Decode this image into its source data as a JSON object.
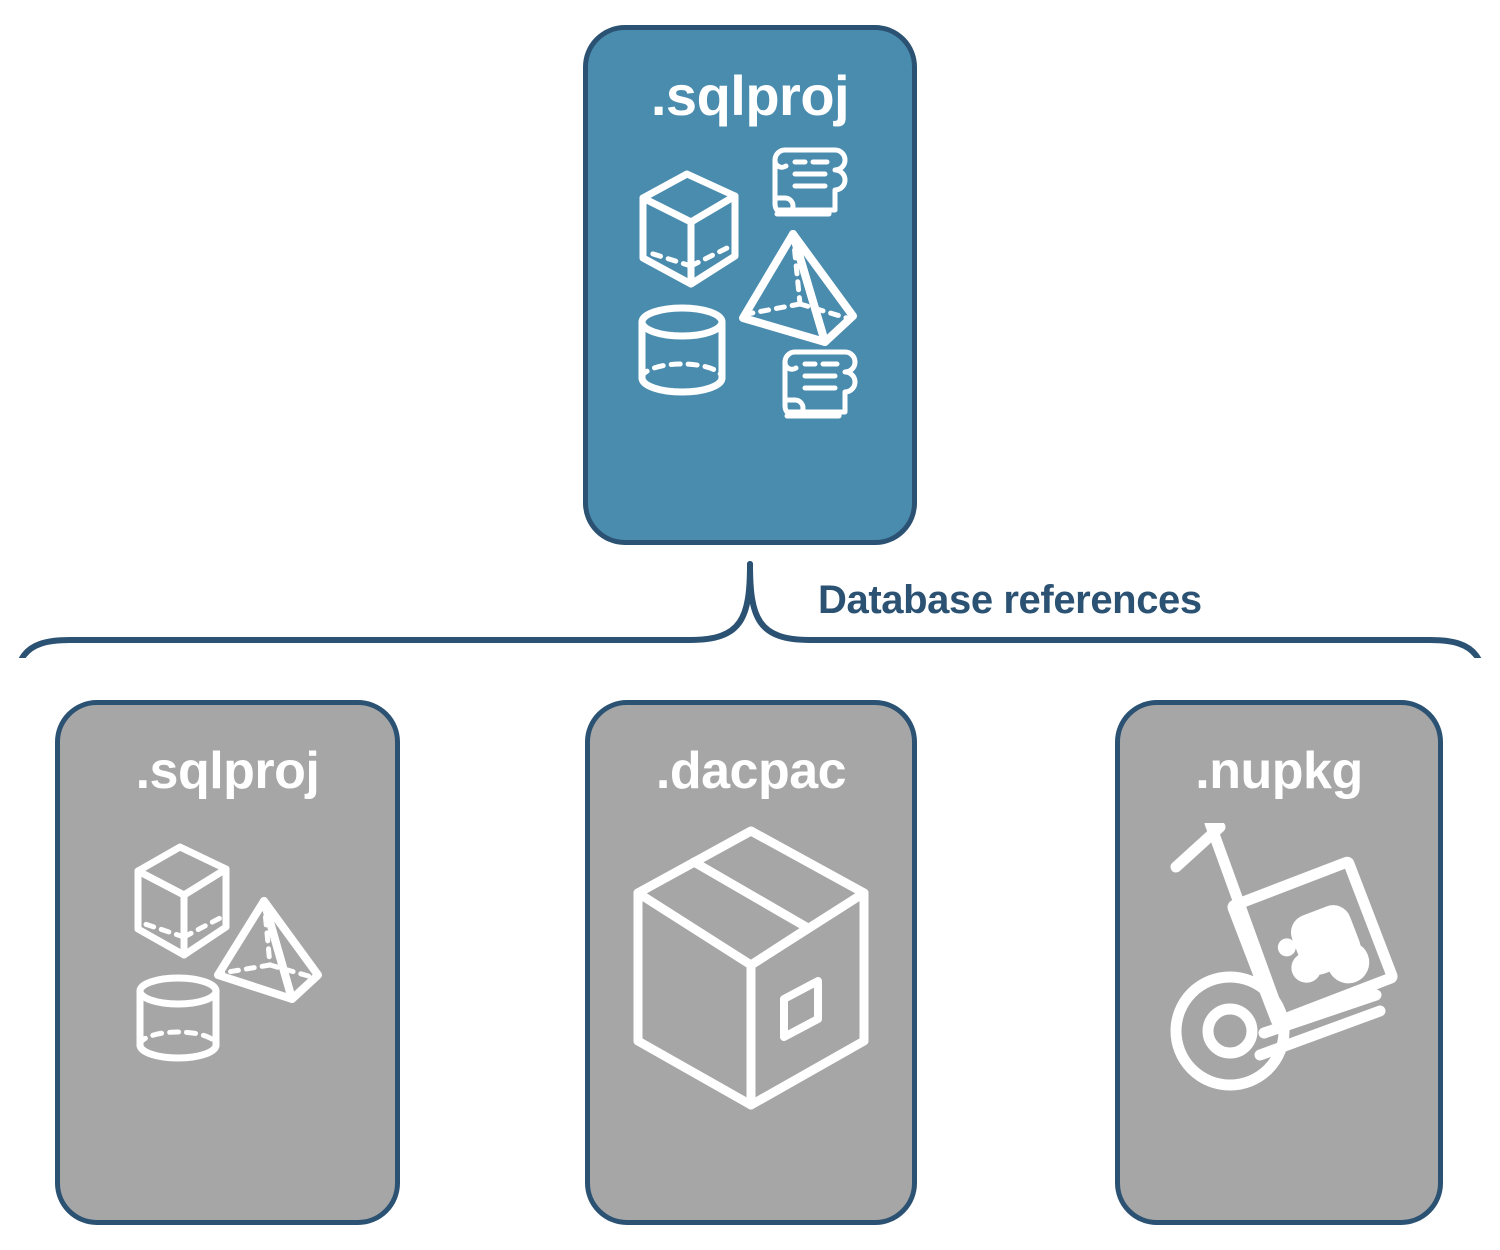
{
  "diagram": {
    "title_node": {
      "label": ".sqlproj",
      "type": "root",
      "fill_color": "#4A8CAE",
      "border_color": "#2B5273",
      "text_color": "#FFFFFF",
      "icons": [
        "cube-icon",
        "pyramid-icon",
        "cylinder-icon",
        "script-scroll-icon",
        "script-scroll-icon"
      ]
    },
    "connector": {
      "label": "Database references",
      "label_color": "#2B5273",
      "style": "curly-brace"
    },
    "reference_nodes": [
      {
        "label": ".sqlproj",
        "fill_color": "#A6A6A6",
        "border_color": "#2B5273",
        "text_color": "#FFFFFF",
        "icons": [
          "cube-icon",
          "pyramid-icon",
          "cylinder-icon"
        ]
      },
      {
        "label": ".dacpac",
        "fill_color": "#A6A6A6",
        "border_color": "#2B5273",
        "text_color": "#FFFFFF",
        "icons": [
          "shipping-box-icon"
        ]
      },
      {
        "label": ".nupkg",
        "fill_color": "#A6A6A6",
        "border_color": "#2B5273",
        "text_color": "#FFFFFF",
        "icons": [
          "hand-truck-package-icon"
        ]
      }
    ]
  }
}
